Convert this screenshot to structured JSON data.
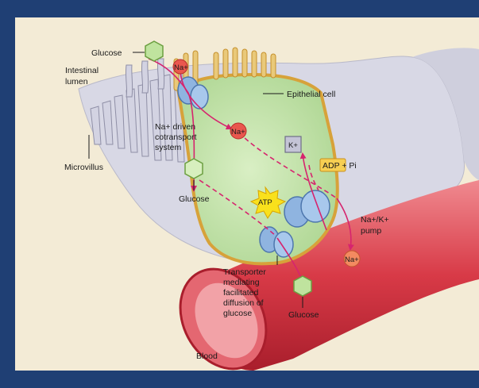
{
  "labels": {
    "glucose_top": "Glucose",
    "na_top": "Na+",
    "intestinal_lumen": [
      "Intestinal",
      "lumen"
    ],
    "epithelial_cell": "Epithelial cell",
    "cotransport": [
      "Na+ driven",
      "cotransport",
      "system"
    ],
    "na_mid": "Na+",
    "k_plus": "K+",
    "adp_pi": "ADP + Pi",
    "microvillus": "Microvillus",
    "glucose_mid": "Glucose",
    "atp": "ATP",
    "pump": [
      "Na+/K+",
      "pump"
    ],
    "na_out": "Na+",
    "transporter": [
      "Transporter",
      "mediating",
      "facilitated",
      "diffusion of",
      "glucose"
    ],
    "glucose_bottom": "Glucose",
    "blood": "Blood"
  },
  "colors": {
    "page_border": "#1f3f74",
    "background": "#f3ebd6",
    "lumen": "#dcdde8",
    "cell_fill": "#c6e3b0",
    "cell_border": "#d7a23a",
    "vessel": "#d4424f",
    "arrow": "#d6246e",
    "sodium": "#e9574e",
    "glucose": "#bfe39e",
    "transporter": "#8fb4e0",
    "atp": "#f9e11c"
  }
}
